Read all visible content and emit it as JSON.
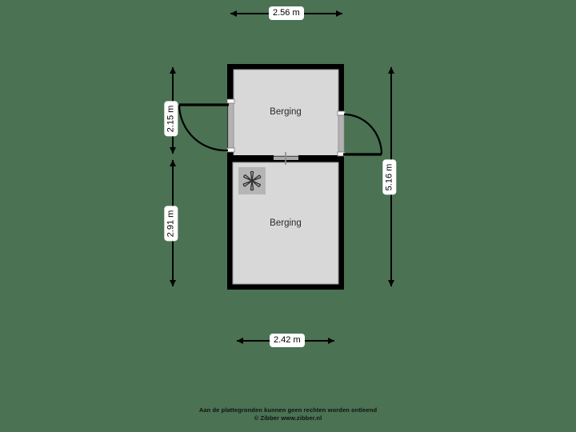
{
  "plan": {
    "background_color": "#4a7253",
    "wall_color": "#000000",
    "room_fill_color": "#d8d8d8",
    "door_leaf_color": "#b3b3b3",
    "dimension_color": "#000000",
    "label_text_color": "#2b2b2b"
  },
  "rooms": [
    {
      "id": "berging-upper",
      "label": "Berging",
      "fixture": null
    },
    {
      "id": "berging-lower",
      "label": "Berging",
      "fixture": "vent-fan-icon"
    }
  ],
  "dimensions": {
    "top": {
      "value": "2.56 m",
      "orientation": "horizontal",
      "position": "top"
    },
    "bottom": {
      "value": "2.42 m",
      "orientation": "horizontal",
      "position": "bottom"
    },
    "left_upper": {
      "value": "2.15 m",
      "orientation": "vertical",
      "position": "left"
    },
    "left_lower": {
      "value": "2.91 m",
      "orientation": "vertical",
      "position": "left"
    },
    "right_total": {
      "value": "5.16 m",
      "orientation": "vertical",
      "position": "right"
    }
  },
  "footer": {
    "line1": "Aan de plattegronden kunnen geen rechten worden ontleend",
    "line2": "© Zibber www.zibber.nl"
  }
}
